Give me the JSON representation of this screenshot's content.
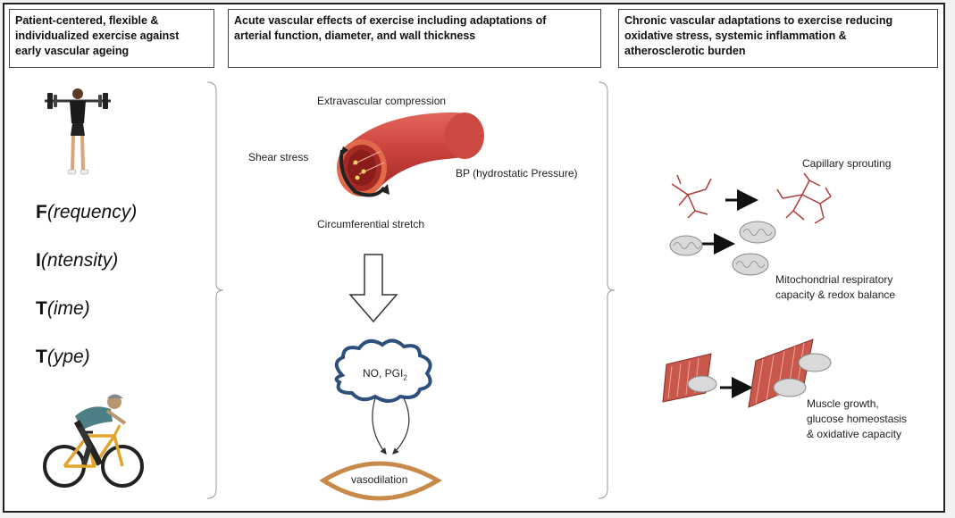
{
  "headers": {
    "left": [
      "Patient-centered, flexible &",
      "individualized exercise against",
      "early vascular ageing"
    ],
    "middle": [
      "Acute vascular effects of exercise including adaptations of",
      "arterial function, diameter, and wall thickness"
    ],
    "right": [
      "Chronic vascular adaptations to exercise reducing",
      "oxidative stress, systemic inflammation &",
      "atherosclerotic burden"
    ]
  },
  "fitt": [
    {
      "letter": "F",
      "rest": "(requency)"
    },
    {
      "letter": "I",
      "rest": "(ntensity)"
    },
    {
      "letter": "T",
      "rest": "(ime)"
    },
    {
      "letter": "T",
      "rest": "(ype)"
    }
  ],
  "acute": {
    "extravascular": "Extravascular compression",
    "shear": "Shear stress",
    "bp": "BP (hydrostatic Pressure)",
    "circumferential": "Circumferential  stretch",
    "mediators": "NO, PGI",
    "mediators_sub": "2",
    "vasodilation": "vasodilation"
  },
  "chronic": {
    "capillary": "Capillary sprouting",
    "mito": [
      "Mitochondrial respiratory",
      "capacity & redox balance"
    ],
    "muscle": [
      "Muscle growth,",
      "glucose homeostasis",
      "& oxidative capacity"
    ]
  },
  "colors": {
    "vessel": "#c9403a",
    "cloud": "#2c4f7c",
    "vaso": "#c88a4a",
    "capillary": "#b03a3a",
    "muscle": "#c8584c"
  }
}
